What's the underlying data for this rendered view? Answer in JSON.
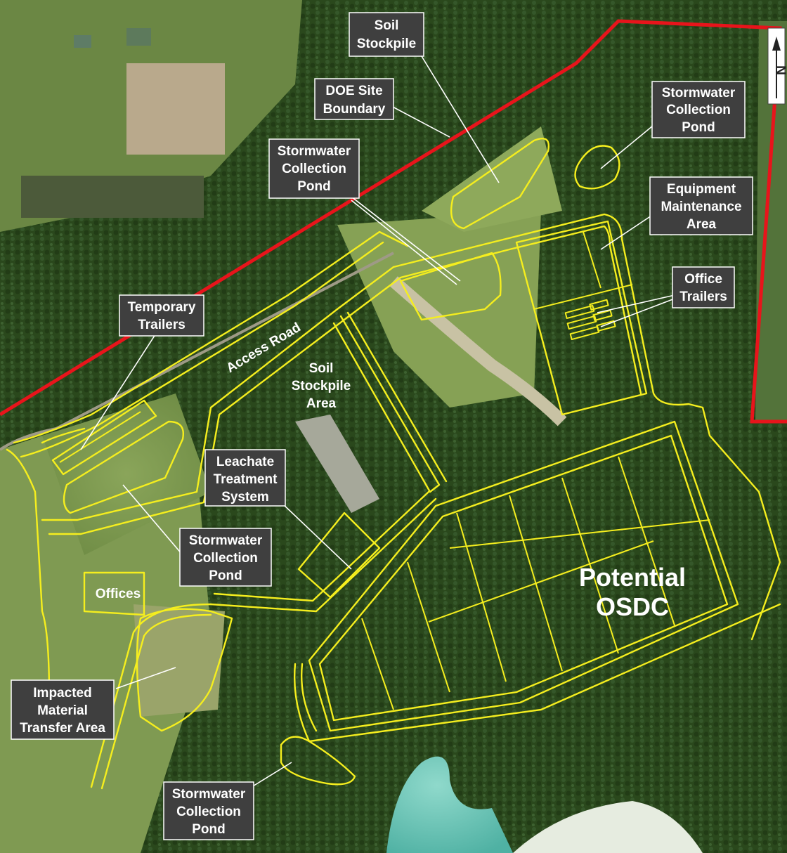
{
  "colors": {
    "boundary": "#e8141b",
    "feature_outline": "#f5ee1e",
    "label_box": "#3f3f3f",
    "label_text": "#ffffff",
    "water": "#5fc0b4",
    "forest": "#2b4a1c",
    "field": "#7c9a4c"
  },
  "icons": {
    "north_arrow": "north-arrow-icon"
  },
  "labels": {
    "soil_stockpile": [
      "Soil",
      "Stockpile"
    ],
    "doe_site_boundary": [
      "DOE Site",
      "Boundary"
    ],
    "stormwater_pond_ne": [
      "Stormwater",
      "Collection",
      "Pond"
    ],
    "stormwater_pond_center": [
      "Stormwater",
      "Collection",
      "Pond"
    ],
    "equipment_maintenance": [
      "Equipment",
      "Maintenance",
      "Area"
    ],
    "office_trailers": [
      "Office",
      "Trailers"
    ],
    "temporary_trailers": [
      "Temporary",
      "Trailers"
    ],
    "access_road": "Access Road",
    "soil_stockpile_area": [
      "Soil",
      "Stockpile",
      "Area"
    ],
    "leachate_treatment": [
      "Leachate",
      "Treatment",
      "System"
    ],
    "stormwater_pond_west": [
      "Stormwater",
      "Collection",
      "Pond"
    ],
    "offices": "Offices",
    "potential_osdc": [
      "Potential",
      "OSDC"
    ],
    "impacted_material": [
      "Impacted",
      "Material",
      "Transfer Area"
    ],
    "stormwater_pond_south": [
      "Stormwater",
      "Collection",
      "Pond"
    ],
    "north_letter": "N"
  }
}
